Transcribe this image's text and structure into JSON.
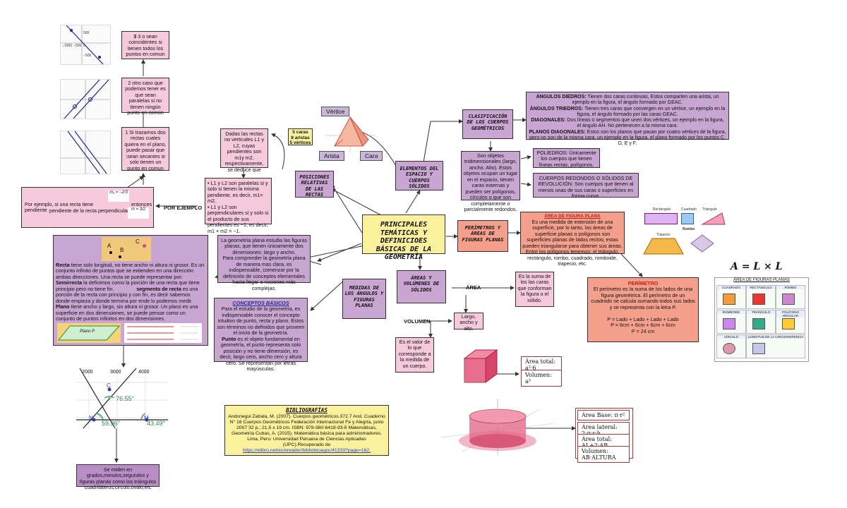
{
  "center": {
    "title": "PRINCIPALES TEMÁTICAS Y DEFINICIOES BÁSICAS DE LA GEOMETRÍA"
  },
  "left_chain": {
    "box3": "3 o sean coincidentes si tienen todos los puntos en comun",
    "box2": "2  otro caso que podemos tener es que sean paralelas si no tienen ningún punto en común",
    "box1": "1 Si trazamos dos rectas cuales quiera en el plano, puede pasar que :sean secantes si solo tienen un punto en comun",
    "example_pre": "Por ejemplo, si una recta tiene pendiente",
    "example_mid": "entonces la pendiente de la recta perpendicular  es",
    "example_f1": "m₁ = −2/3",
    "example_f2": "m = 3/2",
    "por_ejemplo": "POR EJEMPLO",
    "graph_ticks": [
      "500",
      "−1500",
      "−500",
      "0",
      "−500"
    ]
  },
  "rectas": {
    "dadas": "Dadas las rectas no verticales L1 y L2, cuyas pendientes son m1y m2, respectivamente, se deduce que",
    "paralelas": "• L1 y L2 son paralelas si y solo si tienen la misma pendiente, es decir, m1= m2.\n• L1 y L2 son perpendiculares si y solo si el producto de sus pendientes es −1, es decir, m1 × m2 = −1.",
    "posiciones": "POSICIONES RELATIVAS DE LAS RECTAS"
  },
  "vertex": {
    "vertice": "Vértice",
    "arista": "Arista",
    "cara": "Cara",
    "counts": "5 caras\n8 aristas\n5 vértices"
  },
  "elementos": {
    "title": "ELEMENTOS DEL ESPACIO Y CUERPOS SÓLIDOS",
    "clasificacion": "CLASIFICACIÓN DE LOS CUERPOS GEOMÉTRICOS",
    "solidos": "Son objetos tridimensionales (largo, ancho. Alto). Estos objetos ocupan un lugar en el espacio, tienen caras externas y pueden ser polígonos, círculos o que son completamente o parcialmente redondos.",
    "diedros_label": "ÁNGULOS DIEDROS:",
    "diedros": " Tienen dos caras continuas, Estos comparten una arista, un ejemplo en la figura, el ángulo formado por GEAC.",
    "triedros_label": "ÁNGULOS TRIEDROS:",
    "triedros": " Tienen tres caras que convergen en un vértice, un ejemplo en la figura, el ángulo formado por las caras GEAC.",
    "diagonales_label": "DIAGONALES:",
    "diagonales": " Dos líneas o segmentos que unen dos vértices, un ejemplo en la figura, el ángulo AH. No pertenecen a la misma cara.",
    "planos_label": "PLANOS DIAGONALES:",
    "planos": " Estos son los planos que pasan por cuatro vértices de la figura, pero no son de la misma cara, un ejemplo en la figura, el plano formado por los puntos C, D, E y F.",
    "poliedros": "POLIEDROS: Únicamente los cuerpos que tienen líneas rectas, polígonos.",
    "redondos": "CUERPOS REDONDOS O SÓLIDOS DE REVOLUCIÓN: Son cuerpos que tienen al menos unas de sus caras o superficies en forma curva."
  },
  "perimetros": {
    "title": "PERÍMETROS Y ÁREAS DE FIGURAS PLANAS",
    "area_title": "ÁREA DE FIGURA PLANA",
    "area_text": "Es una medida de extensión de una superficie, por lo tanto, las áreas de superficie planas o polígonos son superficies planas de lados rectos; estas pueden triangularse para obtener sus áreas. Entre los polígonos tenemos:  el triángulo, rectángulo, rombo, cuadrado, romboide, trapecio, etc.",
    "perimetro_title": "PERÍMETRO",
    "perimetro_text": "El perímetro es la suma de los lados de una  figura geométrica. El perímetro de un cuadrado se calcula sumando todos sus lados y se representa con la letra P.",
    "perimetro_f1": "P = Lado + Lado + Lado + Lado",
    "perimetro_f2": "P = 6cm + 6cm + 6cm + 6cm",
    "perimetro_f3": "P =  24 cm",
    "formula": "A = L × L",
    "shape_labels": {
      "rect": "Rectángulo",
      "cuad": "Cuadrado",
      "tri": "Triángulo",
      "trap": "Trapecio",
      "rombo": "Rombo"
    },
    "table_title": "ÁREA DE FIGURAS PLANAS",
    "table_headers": [
      "CUADRADO",
      "RECTÁNGULO",
      "ROMBO",
      "ROMBOIDE",
      "TRIÁNGULO",
      "POLÍGONO REGULAR",
      "CÍRCULO",
      "LONGITUD DE LA CIRCUNFERENCIA"
    ]
  },
  "medidas": {
    "title": "MEDIDAS DE LOS ÁNGULOS Y FIGURAS PLANAS",
    "geometria": "La geometría plana estudia las figuras planas, que tienen únicamente dos dimensiones: largo y ancho.\nPara comprender la geometría plana de manera mas clara, es indispensable, comenzar por la definición de conceptos elementales hasta llegar a nociones más complejas.",
    "conceptos_title": "CONCEPTOS BÁSICOS",
    "conceptos_a": "Para el estudio de la geometría, es indispensable conocer el concepto intuitivo de punto, recta y plano. Estos son términos no definidos que proveen el inicio de la geometría.",
    "punto_label": "Punto",
    "conceptos_b": " es el objeto fundamental en geometría, el punto representa solo posición y no tiene dimensión, es decir, largo cero, ancho cero y altura cero. Se representan por letras mayúsculas.",
    "recta_label": "Recta",
    "recta": " tiene solo longitud, no tiene ancho ni altura ni grosor. Es un conjunto infinito de puntos que se extienden en una dirección ambas direcciones. Una recta se puede representar por:",
    "semirrecta_label": "Semirrecta",
    "semirrecta": " la definimos como la porción de una recta que tiene principio pero no tiene fin.",
    "segmento_label": "segmento de recta",
    "segmento": " es una porción de la recta con principio y con fin, es decir sabemos donde empieza y donde termina por ende lo podemos medir.",
    "plano_label": "Plano",
    "plano": " tiene ancho y largo, sin altura ni grosor. Un plano es una superficie en dos dimensiones, se puede pensar como un conjunto de puntos infinitos en dos dimensiones.",
    "abc": [
      "A",
      "B",
      "C"
    ],
    "plano_p": "Plano P",
    "se_miden": "Se miden en grados,minutos,segundos y figuras planas como los triángulos cuadriláteros,circulo,óvalo,etc",
    "angles": [
      "76.55°",
      "59.96°",
      "43.49°"
    ],
    "angle_letters": [
      "C",
      "N",
      "M"
    ],
    "axis": [
      "2000",
      "3000",
      "4000"
    ]
  },
  "areas": {
    "title": "ÁREAS Y VOLÚMENES DE SÓLIDOS",
    "area_lbl": "ÁREA",
    "volumen_lbl": "VOLUMEN",
    "largo": "Largo, ancho y alto.",
    "suma": "Es la suma de los las caras que conforman la figura o el sólido.",
    "valor": "Es el valor de lo que corresponde a la medida de un cuerpo.",
    "cube_total": "Área total: a²·6",
    "cube_vol": "Volumen: a³",
    "cyl_base": "Área Base: π·r²",
    "cyl_lat": "Área lateral: 2·π·r·h",
    "cyl_total": "Área total: AL+2·AB",
    "cyl_vol": "Volumen: AB·ALTURA"
  },
  "biblio": {
    "title": "BIBLIOGRAFÍAS",
    "text": "Andonegui Zabala, M. (2007). Cuerpos geométricos.372.7 And. Cuaderno N° 16 Cuerpos Geométricos Federación Internacional Fe y Alegría, junio 2007 32 p.; 21,5 x 19 cm. ISBN: 978-980-6418-93-6 Matemáticas, Geometría Cubas, A. (2015). Matemática básica para administradores. Lima, Peru: Universidad Peruana de Ciencias Aplicadas (UPC).Recuperado de",
    "link": "https://elibro.net/es/ereader/bibliotecaupc/41333?page=162."
  }
}
